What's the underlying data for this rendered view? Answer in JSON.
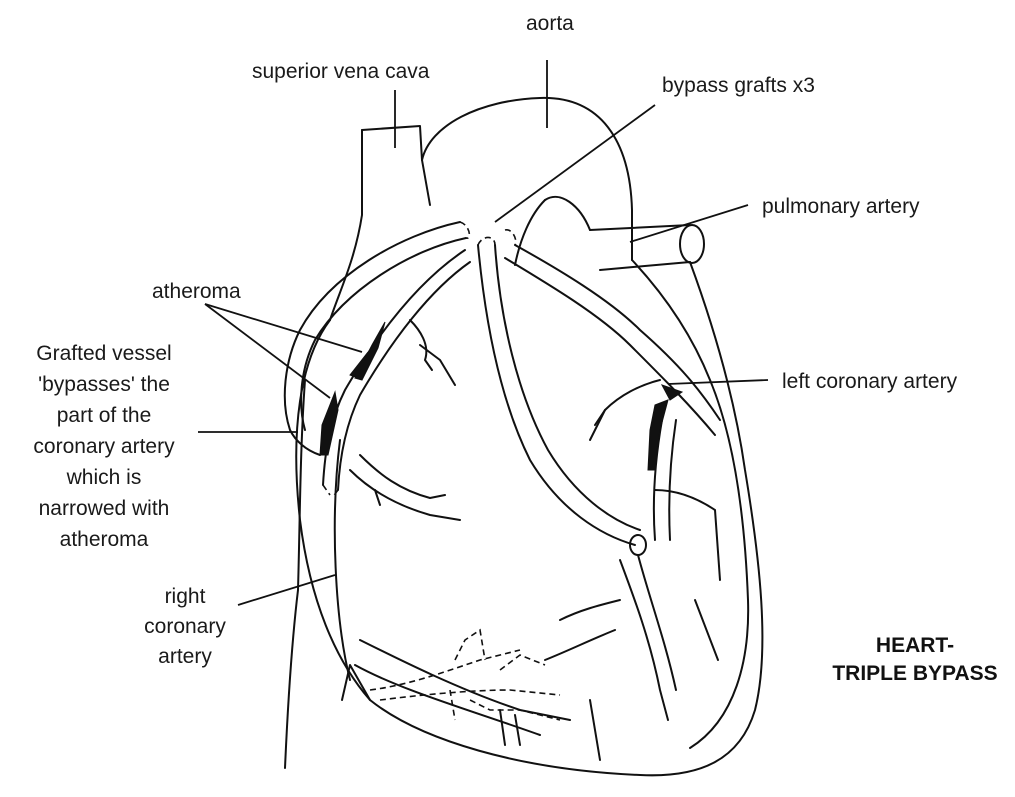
{
  "labels": {
    "aorta": "aorta",
    "superior_vena_cava": "superior vena cava",
    "bypass_grafts": "bypass grafts x3",
    "pulmonary_artery": "pulmonary artery",
    "atheroma": "atheroma",
    "grafted_vessel": [
      "Grafted vessel",
      "'bypasses' the",
      "part of the",
      "coronary artery",
      "which is",
      "narrowed with",
      "atheroma"
    ],
    "left_coronary_artery": "left coronary artery",
    "right_coronary_artery": [
      "right",
      "coronary",
      "artery"
    ]
  },
  "title": [
    "HEART-",
    "TRIPLE BYPASS"
  ]
}
